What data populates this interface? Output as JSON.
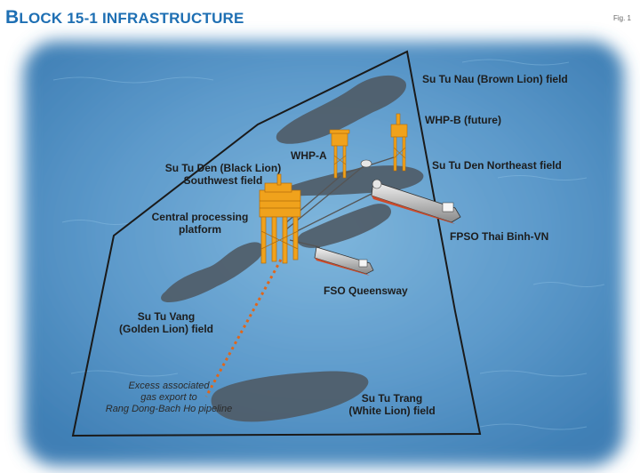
{
  "header": {
    "title_initial": "B",
    "title_rest": "LOCK 15-1 INFRASTRUCTURE",
    "fig_label": "Fig. 1"
  },
  "labels": {
    "brown_lion": "Su Tu Nau (Brown Lion) field",
    "whp_b": "WHP-B (future)",
    "whp_a": "WHP-A",
    "black_lion_line1": "Su Tu Den (Black Lion)",
    "black_lion_line2": "Southwest field",
    "sutuden_ne": "Su Tu Den Northeast field",
    "cpp_line1": "Central processing",
    "cpp_line2": "platform",
    "fpso": "FPSO Thai Binh-VN",
    "fso": "FSO Queensway",
    "golden_lion_line1": "Su Tu Vang",
    "golden_lion_line2": "(Golden Lion) field",
    "gas_line1": "Excess associated",
    "gas_line2": "gas export to",
    "gas_line3": "Rang Dong-Bach Ho pipeline",
    "white_lion_line1": "Su Tu Trang",
    "white_lion_line2": "(White Lion) field"
  },
  "colors": {
    "title": "#1e6fb3",
    "sea": "#5f9ccb",
    "field": "#4f5b66",
    "platform": "#f0a21c",
    "pipeline_dotted": "#e0661a",
    "boundary": "#1a1a1a"
  }
}
